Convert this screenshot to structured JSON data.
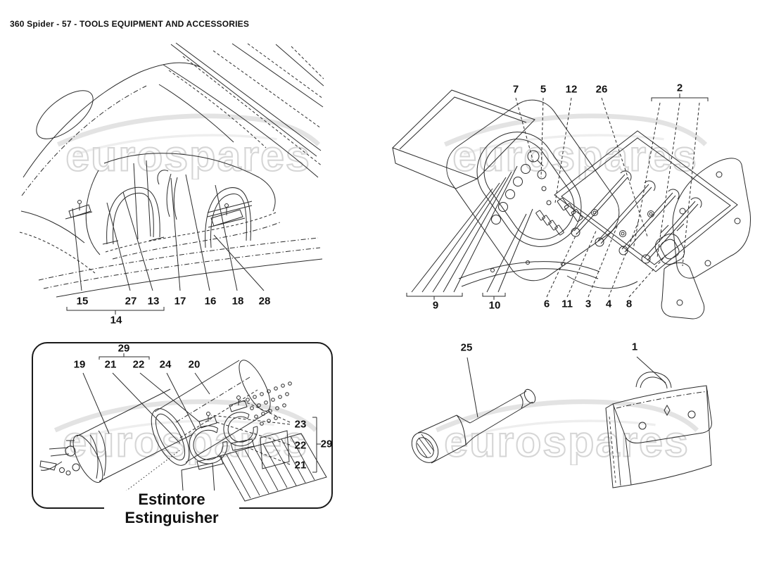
{
  "header": {
    "title": "360 Spider - 57 - TOOLS EQUIPMENT AND ACCESSORIES"
  },
  "watermark": {
    "text": "eurospares"
  },
  "trunk": {
    "callouts": [
      "15",
      "27",
      "13",
      "17",
      "16",
      "18",
      "28"
    ],
    "group_callout": "14"
  },
  "toolkit": {
    "top_callouts": [
      "7",
      "5",
      "12",
      "26"
    ],
    "bracket_callout": "2",
    "bottom_group_callouts": [
      "9",
      "10"
    ],
    "bottom_callouts": [
      "6",
      "11",
      "3",
      "4",
      "8"
    ]
  },
  "extinguisher": {
    "top_bracket_callout": "29",
    "top_callouts": [
      "19",
      "21",
      "22",
      "24",
      "20"
    ],
    "right_callouts": [
      "23",
      "22",
      "21"
    ],
    "right_bracket_callout": "29",
    "caption_italian": "Estintore",
    "caption_english": "Estinguisher"
  },
  "accessories": {
    "torch_callout": "25",
    "bag_callout": "1"
  }
}
